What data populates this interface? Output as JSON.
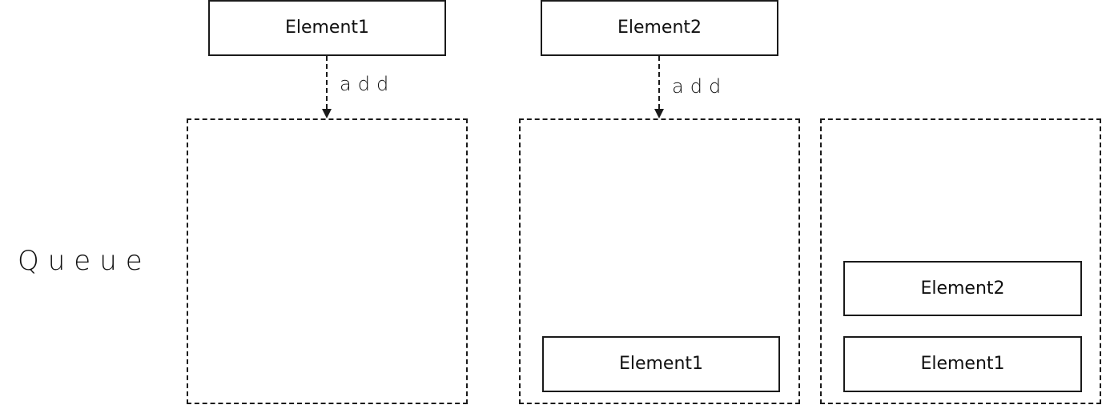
{
  "diagram": {
    "queue_label": "Queue",
    "steps": [
      {
        "incoming": "Element1",
        "action": "add",
        "contents": []
      },
      {
        "incoming": "Element2",
        "action": "add",
        "contents": [
          "Element1"
        ]
      },
      {
        "contents": [
          "Element2",
          "Element1"
        ]
      }
    ]
  }
}
